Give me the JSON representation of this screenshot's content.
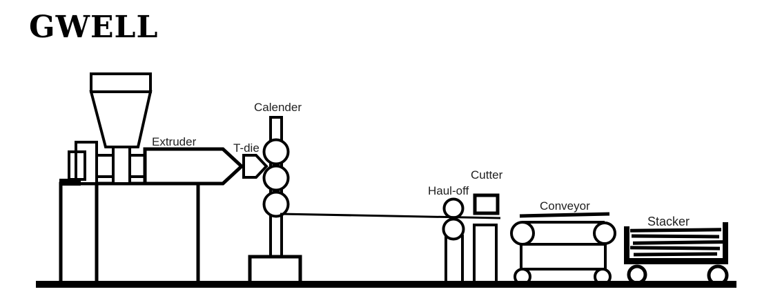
{
  "brand": {
    "logo_text": "GWELL"
  },
  "labels": {
    "extruder": "Extruder",
    "t_die": "T-die",
    "calender": "Calender",
    "haul_off": "Haul-off",
    "cutter": "Cutter",
    "conveyor": "Conveyor",
    "stacker": "Stacker"
  },
  "colors": {
    "line": "#000000",
    "label_text": "#1f1f1f",
    "background": "#ffffff"
  }
}
